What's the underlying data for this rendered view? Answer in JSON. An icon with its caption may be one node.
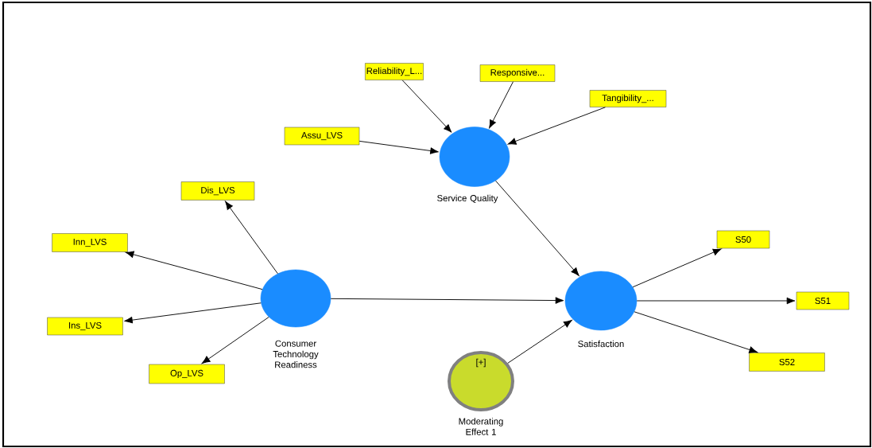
{
  "diagram": {
    "nodes": [
      {
        "text": [
          "Reliability_L..."
        ]
      },
      {
        "text": [
          "Responsive..."
        ]
      },
      {
        "text": [
          "Tangibility_..."
        ]
      },
      {
        "text": [
          "Assu_LVS"
        ]
      },
      {
        "text": [
          "Service Quality"
        ]
      },
      {
        "text": [
          "Dis_LVS"
        ]
      },
      {
        "text": [
          "S50"
        ]
      },
      {
        "text": [
          "Inn_LVS"
        ]
      },
      {
        "text": [
          "Consumer Technology Readiness"
        ]
      },
      {
        "text": [
          "Satisfaction"
        ]
      },
      {
        "text": [
          "S51"
        ]
      },
      {
        "text": [
          "Ins_LVS"
        ]
      },
      {
        "text": [
          "S52"
        ]
      },
      {
        "text": [
          "Op_LVS"
        ]
      },
      {
        "text": [
          "[+]",
          "Moderating Effect 1"
        ]
      }
    ],
    "edges": [
      {
        "from": 3,
        "to": 4,
        "arrow": "to"
      },
      {
        "from": 0,
        "to": 4,
        "arrow": "to"
      },
      {
        "from": 1,
        "to": 4,
        "arrow": "to"
      },
      {
        "from": 2,
        "to": 4,
        "arrow": "to"
      },
      {
        "from": 4,
        "to": 9,
        "arrow": "to"
      },
      {
        "from": 8,
        "to": 5,
        "arrow": "to"
      },
      {
        "from": 8,
        "to": 7,
        "arrow": "to"
      },
      {
        "from": 8,
        "to": 11,
        "arrow": "to"
      },
      {
        "from": 8,
        "to": 13,
        "arrow": "to"
      },
      {
        "from": 8,
        "to": 9,
        "arrow": "to"
      },
      {
        "from": 14,
        "to": 9,
        "arrow": "to"
      },
      {
        "from": 9,
        "to": 6,
        "arrow": "to"
      },
      {
        "from": 9,
        "to": 10,
        "arrow": "to"
      },
      {
        "from": 9,
        "to": 12,
        "arrow": "to"
      }
    ]
  }
}
